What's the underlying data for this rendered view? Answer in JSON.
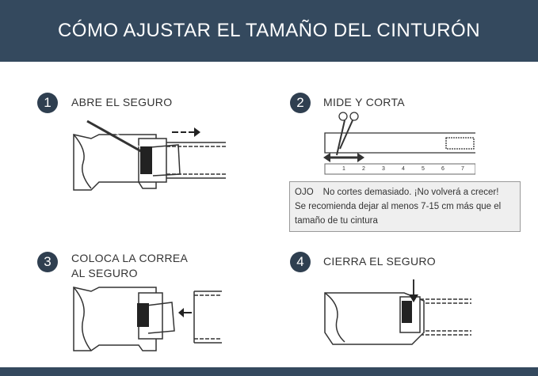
{
  "header": {
    "title": "CÓMO AJUSTAR EL TAMAÑO DEL CINTURÓN"
  },
  "steps": [
    {
      "number": "1",
      "label": "ABRE EL SEGURO"
    },
    {
      "number": "2",
      "label": "MIDE Y CORTA"
    },
    {
      "number": "3",
      "label_line1": "COLOCA LA CORREA",
      "label_line2": "AL SEGURO"
    },
    {
      "number": "4",
      "label": "CIERRA EL SEGURO"
    }
  ],
  "ruler": {
    "ticks": [
      "1",
      "2",
      "3",
      "4",
      "5",
      "6",
      "7"
    ]
  },
  "note": {
    "prefix": "OJO",
    "line1": "No cortes demasiado. ¡No volverá a crecer!",
    "line2": "Se recomienda dejar al menos 7-15 cm más que el",
    "line3": "tamaño de tu cintura"
  },
  "colors": {
    "header_bg": "#34495e",
    "number_bg": "#2f3f50"
  }
}
